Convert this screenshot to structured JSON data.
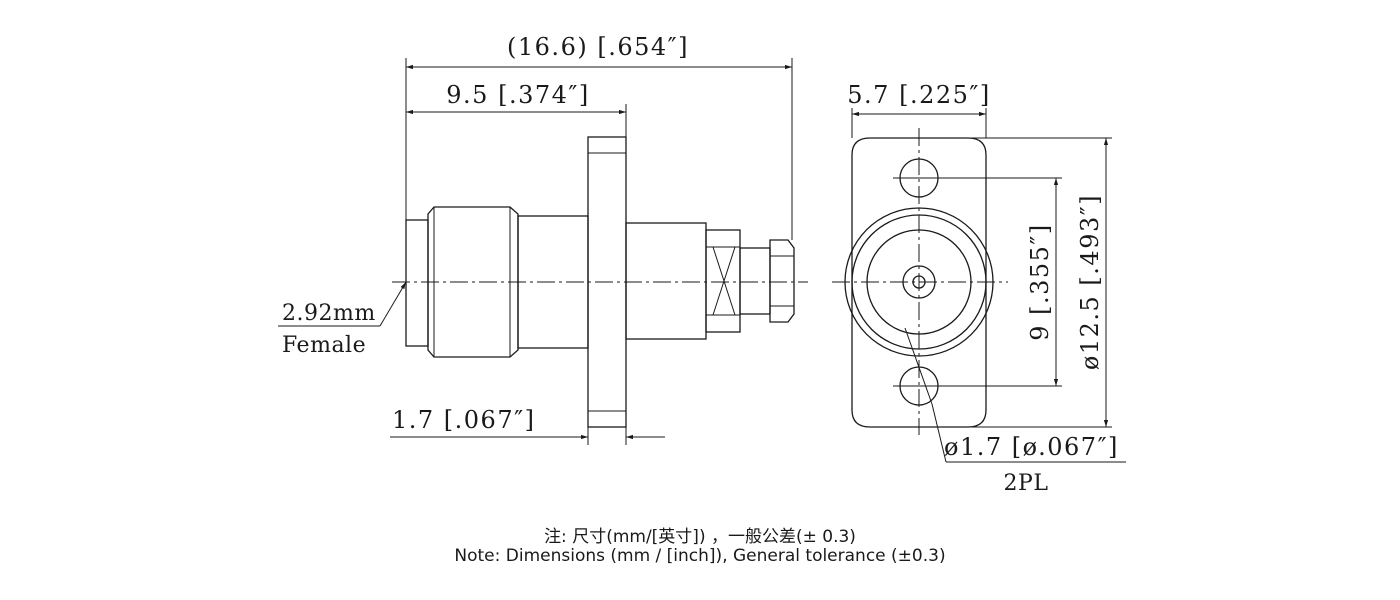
{
  "dimensions": {
    "overall_length": "(16.6) [.654″]",
    "body_length": "9.5 [.374″]",
    "flange_thickness": "1.7 [.067″]",
    "flange_width": "5.7 [.225″]",
    "hole_spacing": "9 [.355″]",
    "flange_diameter": "ø12.5 [.493″]",
    "hole_diameter": "ø1.7 [ø.067″]",
    "hole_count": "2PL"
  },
  "labels": {
    "connector_size": "2.92mm",
    "connector_gender": "Female"
  },
  "notes": {
    "chinese": "注: 尺寸(mm/[英寸]) ，一般公差(± 0.3)",
    "english": "Note: Dimensions (mm / [inch]), General tolerance (±0.3)"
  }
}
